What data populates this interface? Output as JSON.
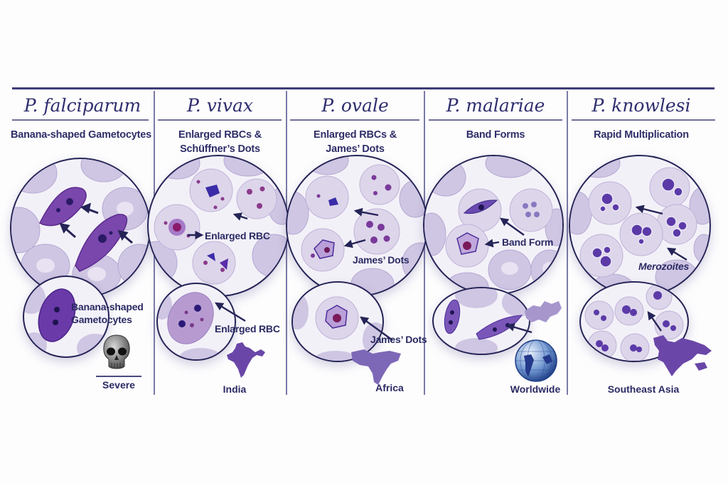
{
  "diagram": {
    "colors": {
      "ink": "#2b2a63",
      "rule": "#3d3d78",
      "rbc": "#c9bfe0",
      "parasite": "#6b3aa0",
      "background": "#fdfdfe"
    },
    "columns": [
      {
        "title": "P. falciparum",
        "subtitle": [
          "Banana-shaped Gametocytes"
        ],
        "large_circle_labels": [],
        "small_circle_label": [
          "Banana-shaped",
          "Gametocytes"
        ],
        "footer_icon": "skull-icon",
        "footer_label": "Severe"
      },
      {
        "title": "P. vivax",
        "subtitle": [
          "Enlarged RBCs &",
          "Schüffner’s Dots"
        ],
        "large_circle_labels": [
          "Enlarged RBC"
        ],
        "small_circle_label": [
          "Enlarged RBC"
        ],
        "footer_icon": "india-map-icon",
        "footer_label": "India"
      },
      {
        "title": "P. ovale",
        "subtitle": [
          "Enlarged RBCs &",
          "James’ Dots"
        ],
        "large_circle_labels": [
          "James’ Dots"
        ],
        "small_circle_label": [
          "James’ Dots"
        ],
        "footer_icon": "africa-map-icon",
        "footer_label": "Africa"
      },
      {
        "title": "P. malariae",
        "subtitle": [
          "Band Forms"
        ],
        "large_circle_labels": [
          "Band Form"
        ],
        "small_circle_label": [],
        "footer_icon": "globe-icon",
        "footer_label": "Worldwide"
      },
      {
        "title": "P. knowlesi",
        "subtitle": [
          "Rapid Multiplication"
        ],
        "large_circle_labels": [
          "Merozoites"
        ],
        "small_circle_label": [],
        "footer_icon": "southeast-asia-map-icon",
        "footer_label": "Southeast Asia"
      }
    ]
  }
}
